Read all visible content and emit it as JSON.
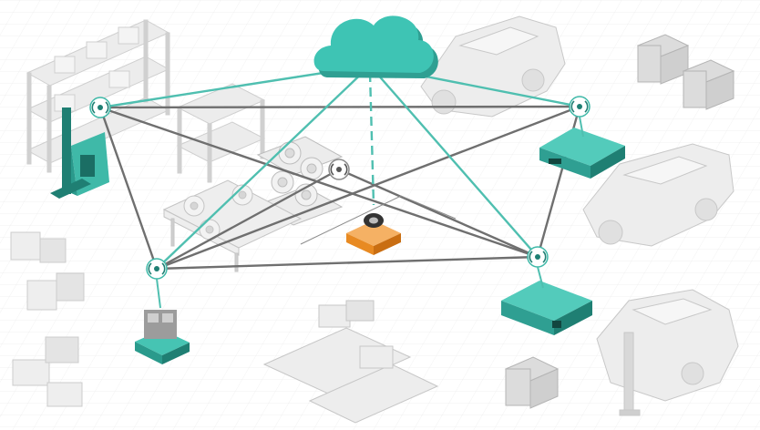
{
  "colors": {
    "teal": "#3fb9a8",
    "teal_dark": "#1f7f73",
    "teal_line": "#4fbfb0",
    "gray_line": "#6f6f6f",
    "node_gray": "#8a8a8a",
    "orange": "#f29a3a",
    "cloud": "#3ec4b4",
    "grid": "#ececec",
    "light": "#e6e6e6"
  },
  "icons": {
    "cloud": "cloud-icon",
    "wireless_node": "wireless-signal-icon",
    "forklift": "forklift-icon",
    "agv": "mobile-robot-icon",
    "tire_robot": "tire-carrier-robot-icon"
  },
  "nodes": [
    {
      "id": "forklift-node",
      "kind": "teal"
    },
    {
      "id": "agv-left-node",
      "kind": "teal"
    },
    {
      "id": "center-node",
      "kind": "gray"
    },
    {
      "id": "agv-right-top-node",
      "kind": "teal"
    },
    {
      "id": "agv-right-bottom-node",
      "kind": "teal"
    }
  ]
}
